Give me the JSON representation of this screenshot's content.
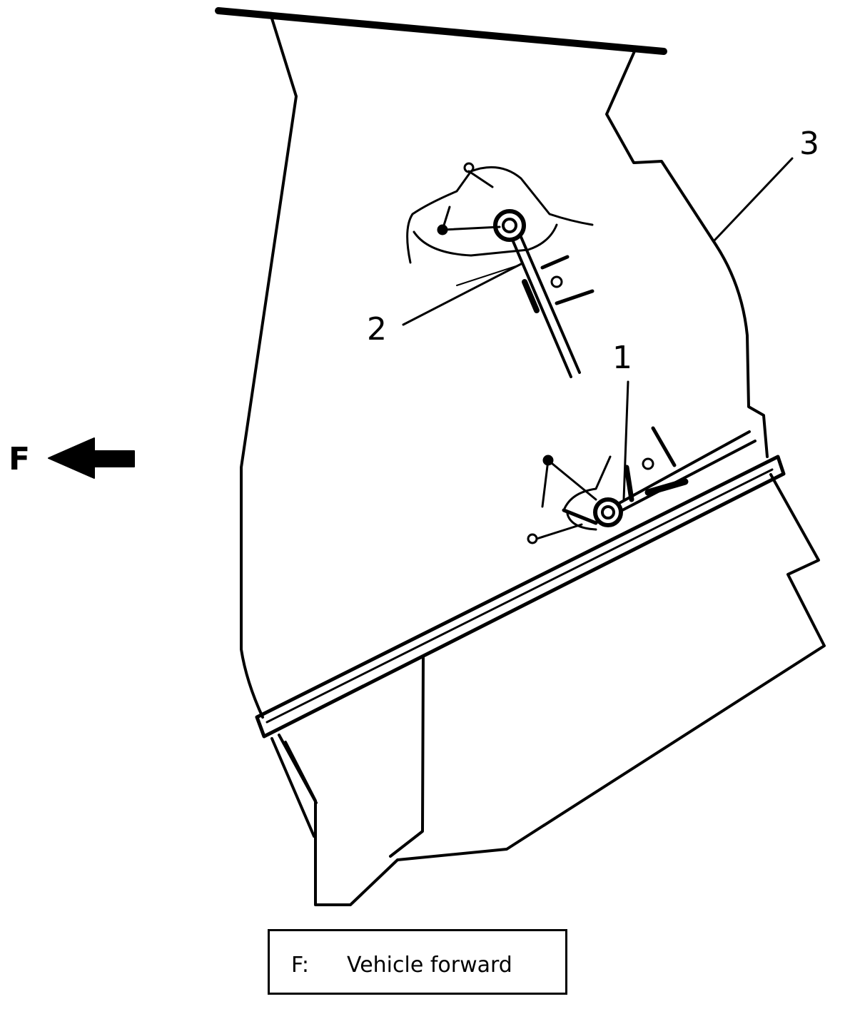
{
  "callouts": {
    "one": "1",
    "two": "2",
    "three": "3"
  },
  "direction": {
    "label": "F"
  },
  "legend": {
    "key": "F:",
    "text": "Vehicle forward"
  },
  "colors": {
    "stroke": "#000000",
    "background": "#ffffff"
  }
}
